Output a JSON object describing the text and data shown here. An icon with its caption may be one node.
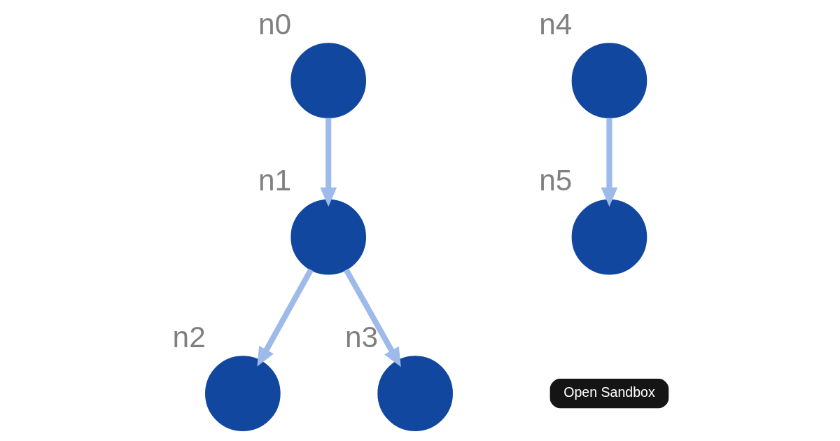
{
  "diagram": {
    "nodes": [
      {
        "text": [
          "n0"
        ]
      },
      {
        "text": [
          "n1"
        ]
      },
      {
        "text": [
          "n2"
        ]
      },
      {
        "text": [
          "n3"
        ]
      },
      {
        "text": [
          "n4"
        ]
      },
      {
        "text": [
          "n5"
        ]
      }
    ],
    "edges": [
      {
        "from": 0,
        "to": 1,
        "arrow": "to"
      },
      {
        "from": 1,
        "to": 2,
        "arrow": "to"
      },
      {
        "from": 1,
        "to": 3,
        "arrow": "to"
      },
      {
        "from": 4,
        "to": 5,
        "arrow": "to"
      }
    ],
    "labels": [
      "Open Sandbox"
    ]
  }
}
